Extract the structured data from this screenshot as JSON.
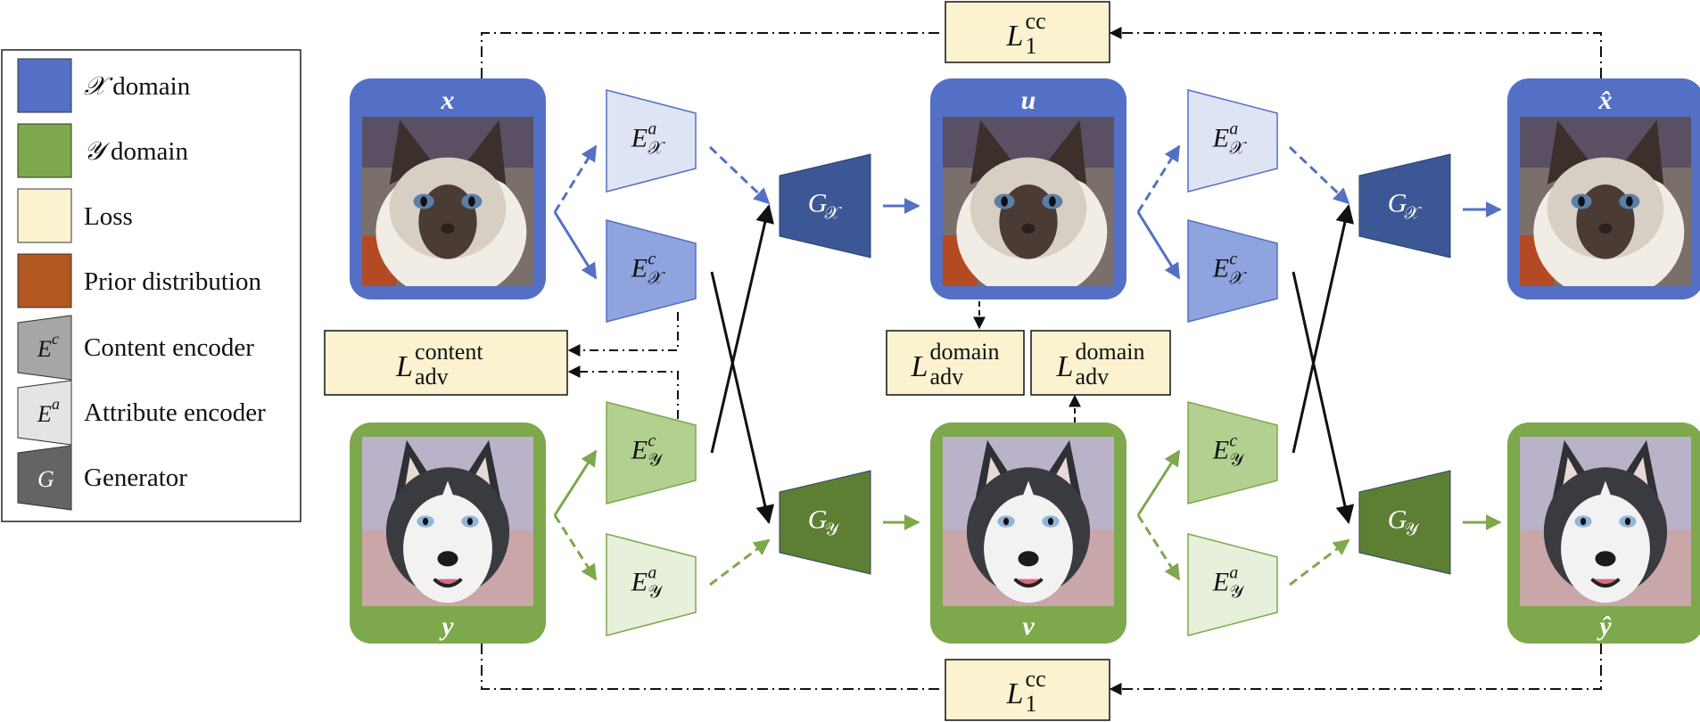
{
  "legend": {
    "items": [
      {
        "symbol": "𝒳",
        "text": "domain",
        "color": "#5470c6"
      },
      {
        "symbol": "𝒴",
        "text": "domain",
        "color": "#7ea84c"
      },
      {
        "symbol": "",
        "text": "Loss",
        "color": "#fbf3cf"
      },
      {
        "symbol": "",
        "text": "Prior distribution",
        "color": "#b2571f"
      },
      {
        "symbol": "E",
        "sup": "c",
        "text": "Content encoder",
        "color": "#a6a6a6"
      },
      {
        "symbol": "E",
        "sup": "a",
        "text": "Attribute encoder",
        "color": "#e4e4e4"
      },
      {
        "symbol": "G",
        "text": "Generator",
        "color": "#646464"
      }
    ]
  },
  "images": {
    "x": {
      "label": "x",
      "subject": "cat"
    },
    "u": {
      "label": "u",
      "subject": "cat"
    },
    "x_hat": {
      "label": "x̂",
      "subject": "cat"
    },
    "y": {
      "label": "y",
      "subject": "husky"
    },
    "v": {
      "label": "v",
      "subject": "husky"
    },
    "y_hat": {
      "label": "ŷ",
      "subject": "husky"
    }
  },
  "encoders": {
    "ea_x": {
      "base": "E",
      "sup": "a",
      "sub": "𝒳"
    },
    "ec_x": {
      "base": "E",
      "sup": "c",
      "sub": "𝒳"
    },
    "ec_y": {
      "base": "E",
      "sup": "c",
      "sub": "𝒴"
    },
    "ea_y": {
      "base": "E",
      "sup": "a",
      "sub": "𝒴"
    }
  },
  "generators": {
    "g_x": {
      "base": "G",
      "sub": "𝒳"
    },
    "g_y": {
      "base": "G",
      "sub": "𝒴"
    }
  },
  "losses": {
    "cc_top": {
      "base": "L",
      "sup": "cc",
      "sub": "1"
    },
    "cc_bottom": {
      "base": "L",
      "sup": "cc",
      "sub": "1"
    },
    "content_adv": {
      "base": "L",
      "sup": "content",
      "sub": "adv"
    },
    "domain_adv_left": {
      "base": "L",
      "sup": "domain",
      "sub": "adv"
    },
    "domain_adv_right": {
      "base": "L",
      "sup": "domain",
      "sub": "adv"
    }
  },
  "colors": {
    "x_domain": "#5470c6",
    "y_domain": "#7ea84c",
    "loss": "#fbf3cf",
    "prior": "#b2571f",
    "x_attr_enc": "#dfe4f4",
    "x_cont_enc": "#8fa4de",
    "x_generator": "#3b5796",
    "y_attr_enc": "#e7f0da",
    "y_cont_enc": "#b2d190",
    "y_generator": "#5d7f33"
  }
}
